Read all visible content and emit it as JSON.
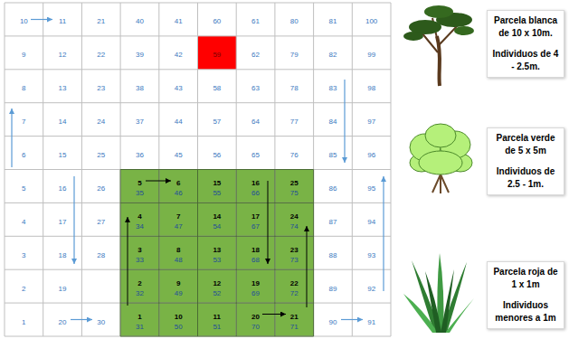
{
  "diagram": {
    "nodes": [
      {
        "text": [
          "Parcela blanca de 10 x 10m.",
          "Individuos de 4 - 2.5m."
        ]
      },
      {
        "text": [
          "Parcela verde de 5 x 5m",
          "Individuos de 2.5 - 1m."
        ]
      },
      {
        "text": [
          "Parcela roja de 1 x 1m",
          "Individuos menores a 1m"
        ]
      }
    ],
    "labels": [
      "10",
      "11",
      "21",
      "40",
      "41",
      "60",
      "61",
      "80",
      "81",
      "100",
      "9",
      "12",
      "22",
      "39",
      "42",
      "59",
      "62",
      "79",
      "82",
      "99",
      "8",
      "13",
      "23",
      "38",
      "43",
      "58",
      "63",
      "78",
      "83",
      "98",
      "7",
      "14",
      "24",
      "37",
      "44",
      "57",
      "64",
      "77",
      "84",
      "97",
      "6",
      "15",
      "25",
      "36",
      "45",
      "56",
      "65",
      "76",
      "85",
      "96",
      "5",
      "16",
      "26",
      "5",
      "35",
      "6",
      "46",
      "15",
      "55",
      "16",
      "66",
      "25",
      "75",
      "86",
      "95",
      "4",
      "17",
      "27",
      "4",
      "34",
      "7",
      "47",
      "14",
      "54",
      "17",
      "67",
      "24",
      "74",
      "87",
      "94",
      "3",
      "18",
      "28",
      "3",
      "33",
      "8",
      "48",
      "13",
      "53",
      "18",
      "68",
      "23",
      "73",
      "88",
      "93",
      "2",
      "19",
      "2",
      "32",
      "9",
      "49",
      "12",
      "52",
      "19",
      "69",
      "22",
      "72",
      "89",
      "92",
      "1",
      "20",
      "30",
      "1",
      "31",
      "10",
      "50",
      "11",
      "51",
      "20",
      "70",
      "21",
      "71",
      "90",
      "91"
    ]
  }
}
